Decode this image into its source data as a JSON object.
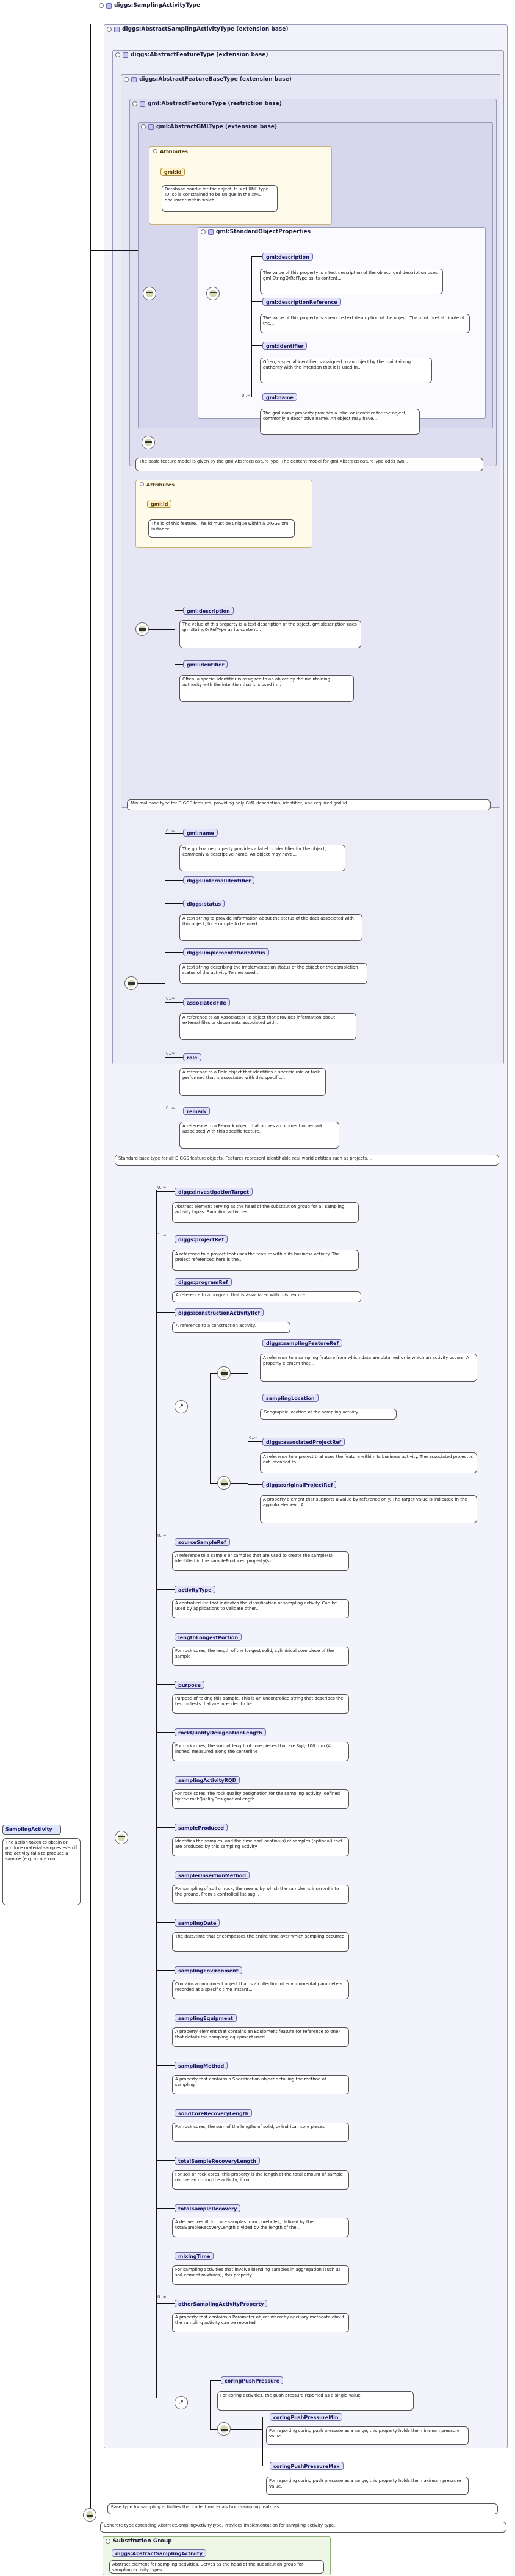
{
  "titlebar": "diggs:SamplingActivityType",
  "type_headers": [
    "diggs:AbstractSamplingActivityType (extension base)",
    "diggs:AbstractFeatureType (extension base)",
    "diggs:AbstractFeatureBaseType (extension base)",
    "gml:AbstractFeatureType (restriction base)",
    "gml:AbstractGMLType (extension base)"
  ],
  "gml_attributes": {
    "title": "Attributes",
    "attr_name": "gml:id",
    "attr_desc": "Database handle for the object. It is of XML type ID, so is constrained to be unique in the XML document within which..."
  },
  "std_props": {
    "header": "gml:StandardObjectProperties",
    "items": [
      {
        "name": "gml:description",
        "desc": "The value of this property is a text description of the object. gml:description uses gml:StringOrRefType as its content..."
      },
      {
        "name": "gml:descriptionReference",
        "desc": "The value of this property is a remote text description of the object. The xlink:href attribute of the..."
      },
      {
        "name": "gml:identifier",
        "desc": "Often, a special identifier is assigned to an object by the maintaining authority with the intention that it is used in..."
      },
      {
        "name": "gml:name",
        "desc": "The gml:name property provides a label or identifier for the object, commonly a descriptive name. An object may have..."
      }
    ],
    "name_occurs": "0..∞"
  },
  "gml_note": "The basic feature model is given by the gml:AbstractFeatureType. The content model for gml:AbstractFeatureType adds two...",
  "base_attributes": {
    "title": "Attributes",
    "attr_name": "gml:id",
    "attr_desc": "The id of this feature. The id must be unique within a DIGGS xml instance."
  },
  "base_items": [
    {
      "name": "gml:description",
      "desc": "The value of this property is a text description of the object. gml:description uses gml:StringOrRefType as its content..."
    },
    {
      "name": "gml:identifier",
      "desc": "Often, a special identifier is assigned to an object by the maintaining authority with the intention that it is used in..."
    }
  ],
  "base_note": "Minimal base type for DIGGS features, providing only GML description, identifier, and required gml:id.",
  "feature_items": [
    {
      "occ": "0..∞",
      "name": "gml:name",
      "desc": "The gml:name property provides a label or identifier for the object, commonly a descriptive name. An object may have..."
    },
    {
      "occ": "",
      "name": "diggs:internalIdentifier",
      "desc": ""
    },
    {
      "occ": "",
      "name": "diggs:status",
      "desc": "A text string to provide information about the status of the data associated with this object, for example to be used..."
    },
    {
      "occ": "",
      "name": "diggs:implementationStatus",
      "desc": "A text string describing the implementation status of the object or the completion status of the activity. Termes used..."
    },
    {
      "occ": "0..∞",
      "name": "associatedFile",
      "desc": "A reference to an AssociatedFile object that provides information about external files or documents associated with..."
    },
    {
      "occ": "0..∞",
      "name": "role",
      "desc": "A reference to a Role object that identifies a specific role or task performed that is associated with this specific..."
    },
    {
      "occ": "0..∞",
      "name": "remark",
      "desc": "A reference to a Remark object that proves a comment or remark associated with this specific feature."
    }
  ],
  "feature_note": "Standard base type for all DIGGS feature objects. Features represent identifiable real-world entities such as projects,...",
  "sampling_items_a": [
    {
      "occ": "0..∞",
      "name": "diggs:investigationTarget",
      "desc": "Abstract element serving as the head of the substitution group for all sampling activity types. Sampling activities..."
    },
    {
      "occ": "1..∞",
      "name": "diggs:projectRef",
      "desc": "A reference to a project that uses the feature within its business activity. The project referenced here is the..."
    },
    {
      "occ": "",
      "name": "diggs:programRef",
      "desc": "A reference to a program that is associated with this feature."
    },
    {
      "occ": "",
      "name": "diggs:constructionActivityRef",
      "desc": "A reference to a construction activity."
    }
  ],
  "choice_a": [
    {
      "name": "diggs:samplingFeatureRef",
      "desc": "A reference to a sampling feature from which data are obtained or in which an activity occurs. A property element that..."
    },
    {
      "name": "samplingLocation",
      "desc": "Geographic location of the sampling activity."
    }
  ],
  "choice_b": [
    {
      "occ": "0..∞",
      "name": "diggs:associatedProjectRef",
      "desc": "A reference to a project that uses the feature within its business activity. The associated project is not intended to..."
    },
    {
      "occ": "",
      "name": "diggs:originalProjectRef",
      "desc": "A property element that supports a value by reference only. The target value is indicated in the appinfo element. A..."
    }
  ],
  "sampling_items_b": [
    {
      "occ": "0..∞",
      "name": "sourceSampleRef",
      "desc": "A reference to a sample or samples that are used to create the sample(s) identified in the sampleProduced property(s)..."
    },
    {
      "occ": "",
      "name": "activityType",
      "desc": "A controlled list that indicates the classification of sampling activity. Can be used by applications to validate other..."
    },
    {
      "occ": "",
      "name": "lengthLongestPortion",
      "desc": "For rock cores, the length of the longest solid, cylindrical core piece of the sample"
    },
    {
      "occ": "",
      "name": "purpose",
      "desc": "Purpose of taking this sample. This is an uncontrolled string that describes the test or tests that are intended to be..."
    },
    {
      "occ": "",
      "name": "rockQualityDesignationLength",
      "desc": "For rock cores, the sum of length of core pieces that are &gt; 100 mm (4 inches) measured along the centerline"
    },
    {
      "occ": "",
      "name": "samplingActivityRQD",
      "desc": "For rock cores, the rock quality designation for the sampling activity, defined by the rockQualityDesignationLength..."
    },
    {
      "occ": "",
      "name": "sampleProduced",
      "desc": "Identifies the samples, and the time and location(s) of samples (optional) that are produced by this sampling activity"
    },
    {
      "occ": "",
      "name": "samplerInsertionMethod",
      "desc": "For sampling of soil or rock, the means by which the sampler is inserted into the ground. From a controlled list sug..."
    },
    {
      "occ": "",
      "name": "samplingDate",
      "desc": "The date/time that encompasses the entire time over which sampling occurred."
    },
    {
      "occ": "",
      "name": "samplingEnvironment",
      "desc": "Contains a component object that is a collection of environmental parameters recorded at a specific time instant..."
    },
    {
      "occ": "",
      "name": "samplingEquipment",
      "desc": "A property element that contains an Equipment feature (or reference to one) that details the sampling equipment used"
    },
    {
      "occ": "",
      "name": "samplingMethod",
      "desc": "A property that contains a Specification object detailing the method of sampling"
    },
    {
      "occ": "",
      "name": "solidCoreRecoveryLength",
      "desc": "For rock cores, the sum of the lengths of solid, cylindrical, core pieces"
    },
    {
      "occ": "",
      "name": "totalSampleRecoveryLength",
      "desc": "For soil or rock cores, this property is the length of the total amount of sample recovered during the activity, if no..."
    },
    {
      "occ": "",
      "name": "totalSampleRecovery",
      "desc": "A derived result for core samples from boreholes, defined by the totalSampleRecoveryLength divided by the length of the..."
    },
    {
      "occ": "",
      "name": "mixingTime",
      "desc": "For sampling activities that involve blending samples in aggregation (such as soil-cement mixtures), this property..."
    },
    {
      "occ": "0..∞",
      "name": "otherSamplingActivityProperty",
      "desc": "A property that contains a Parameter object whereby ancillary metadata about the sampling activity can be reported"
    }
  ],
  "coring": [
    {
      "name": "coringPushPressure",
      "desc": "For coring activities, the push pressure reported as a single value"
    },
    {
      "name": "coringPushPressureMin",
      "desc": "For reporting coring push pressure as a range, this property holds the minimum pressure value."
    },
    {
      "name": "coringPushPressureMax",
      "desc": "For reporting coring push pressure as a range, this property holds the maximum pressure value."
    }
  ],
  "abstract_note": "Base type for sampling activities that collect materials from sampling features.",
  "concrete_note": "Concrete type extending AbstractSamplingActivityType. Provides implementation for sampling activity type.",
  "root": {
    "name": "SamplingActivity",
    "desc": "The action taken to obtain or produce material samples even if the activity fails to produce a sample (e.g. a core run..."
  },
  "subst": {
    "title": "Substitution Group",
    "name": "diggs:AbstractSamplingActivity",
    "desc": "Abstract element for sampling activities. Serves as the head of the substitution group for sampling activity types."
  }
}
